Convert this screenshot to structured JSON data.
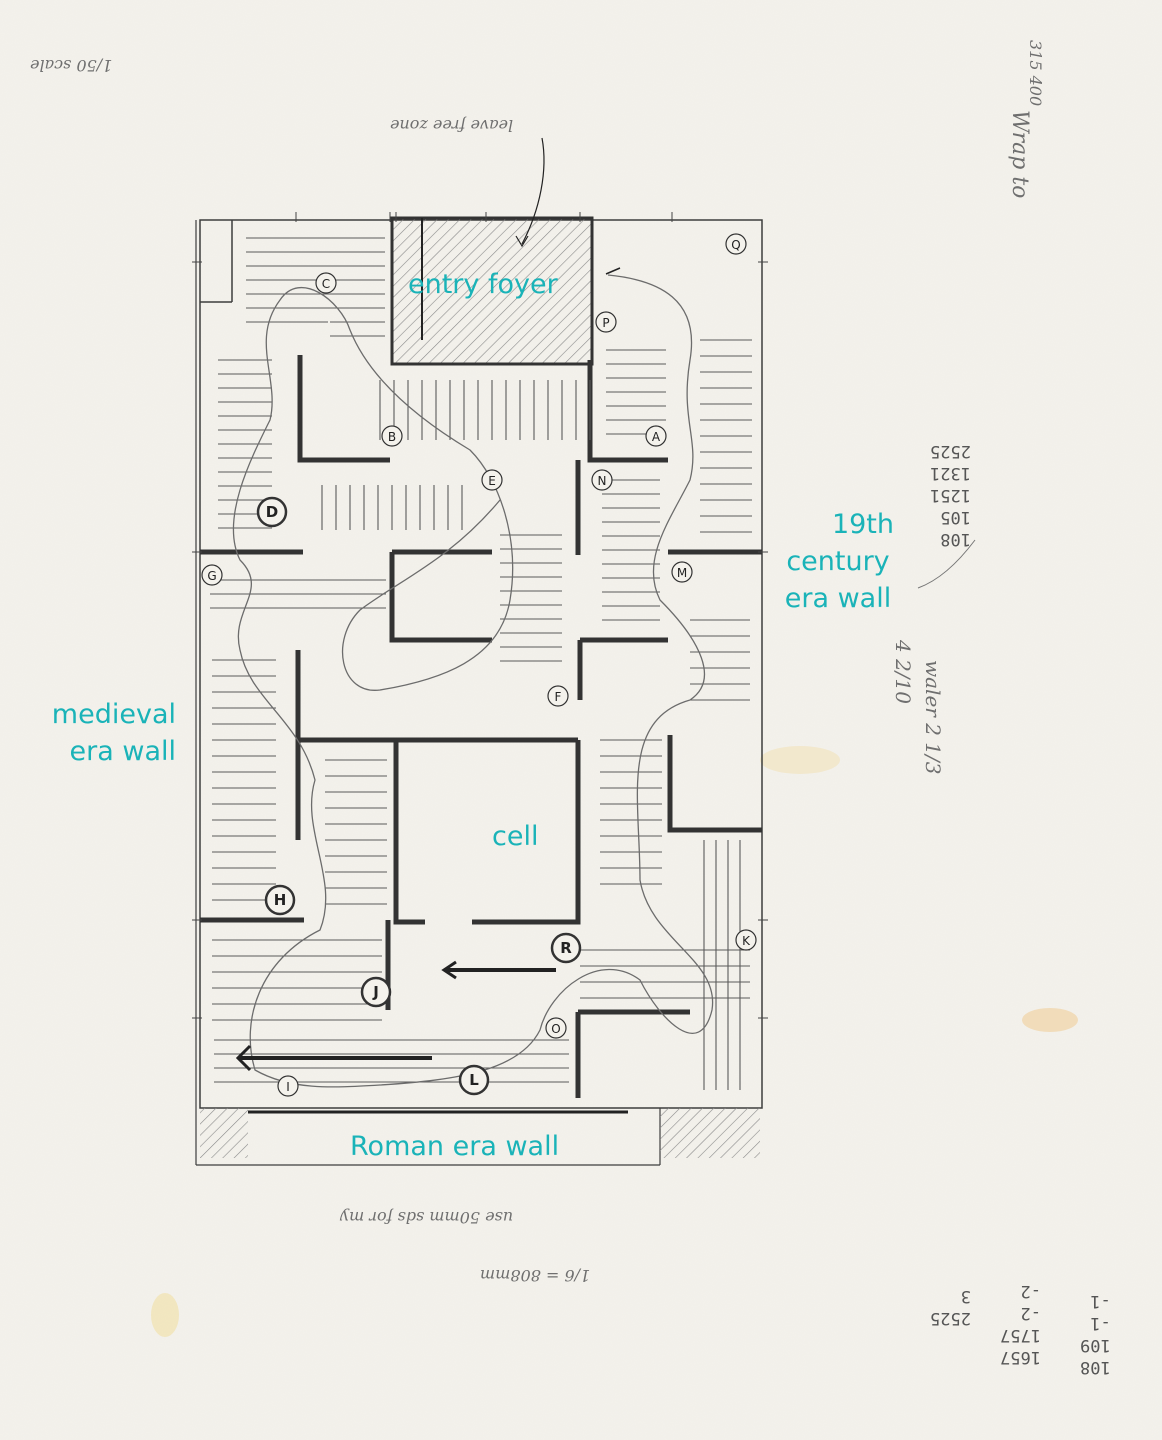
{
  "labels": {
    "entry_foyer": "entry foyer",
    "nineteenth_line1": "19th",
    "nineteenth_line2": "century",
    "nineteenth_line3": "era wall",
    "medieval_line1": "medieval",
    "medieval_line2": "era wall",
    "cell": "cell",
    "roman": "Roman era wall"
  },
  "pencil_notes": {
    "scale": "1/50 scale",
    "top_note": "leave free zone",
    "bottom_note_1": "use 50mm sds for my",
    "bottom_note_2": "1/6 = 808mm",
    "right_note_1": "Wrap to",
    "right_note_2": "waler 2 1/3",
    "right_note_3": "4 2/10",
    "code": "315 400"
  },
  "bottom_numbers": {
    "col1": [
      "108",
      "109",
      "-1",
      "-1"
    ],
    "col2": [
      "1657",
      "1757",
      "-2",
      "-2"
    ],
    "col3": [
      "2525",
      "",
      "",
      "3"
    ]
  },
  "right_numbers": [
    "108",
    "105",
    "1251",
    "1321",
    "2525"
  ],
  "station_markers": [
    "A",
    "B",
    "C",
    "D",
    "E",
    "F",
    "G",
    "H",
    "I",
    "J",
    "K",
    "L",
    "M",
    "N",
    "O",
    "P",
    "Q",
    "R"
  ],
  "colors": {
    "accent": "#1ab3b8",
    "pencil": "#555555",
    "paper": "#f4f2ec"
  }
}
